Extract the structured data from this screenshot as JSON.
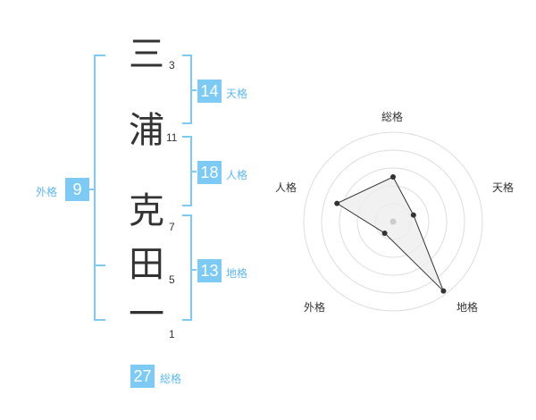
{
  "name": {
    "chars": [
      {
        "char": "三",
        "strokes": "3"
      },
      {
        "char": "浦",
        "strokes": "11"
      },
      {
        "char": "克",
        "strokes": "7"
      },
      {
        "char": "田",
        "strokes": "5"
      },
      {
        "char": "一",
        "strokes": "1"
      }
    ]
  },
  "fortunes": {
    "tenkaku": {
      "value": "14",
      "label": "天格"
    },
    "jinkaku": {
      "value": "18",
      "label": "人格"
    },
    "chikaku": {
      "value": "13",
      "label": "地格"
    },
    "gaikaku": {
      "value": "9",
      "label": "外格"
    },
    "soukaku": {
      "value": "27",
      "label": "総格"
    }
  },
  "chart_data": {
    "type": "radar",
    "axes": [
      "総格",
      "天格",
      "地格",
      "外格",
      "人格"
    ],
    "values": [
      2.5,
      1.2,
      4.8,
      0.8,
      3.3
    ],
    "rmax": 5,
    "rings": 5,
    "colors": {
      "fill": "#eeeeee",
      "stroke": "#333333",
      "grid": "#dddddd",
      "center": "#cccccc"
    }
  },
  "colors": {
    "accent": "#7dcaf5",
    "bracket": "#7dcaf5"
  }
}
